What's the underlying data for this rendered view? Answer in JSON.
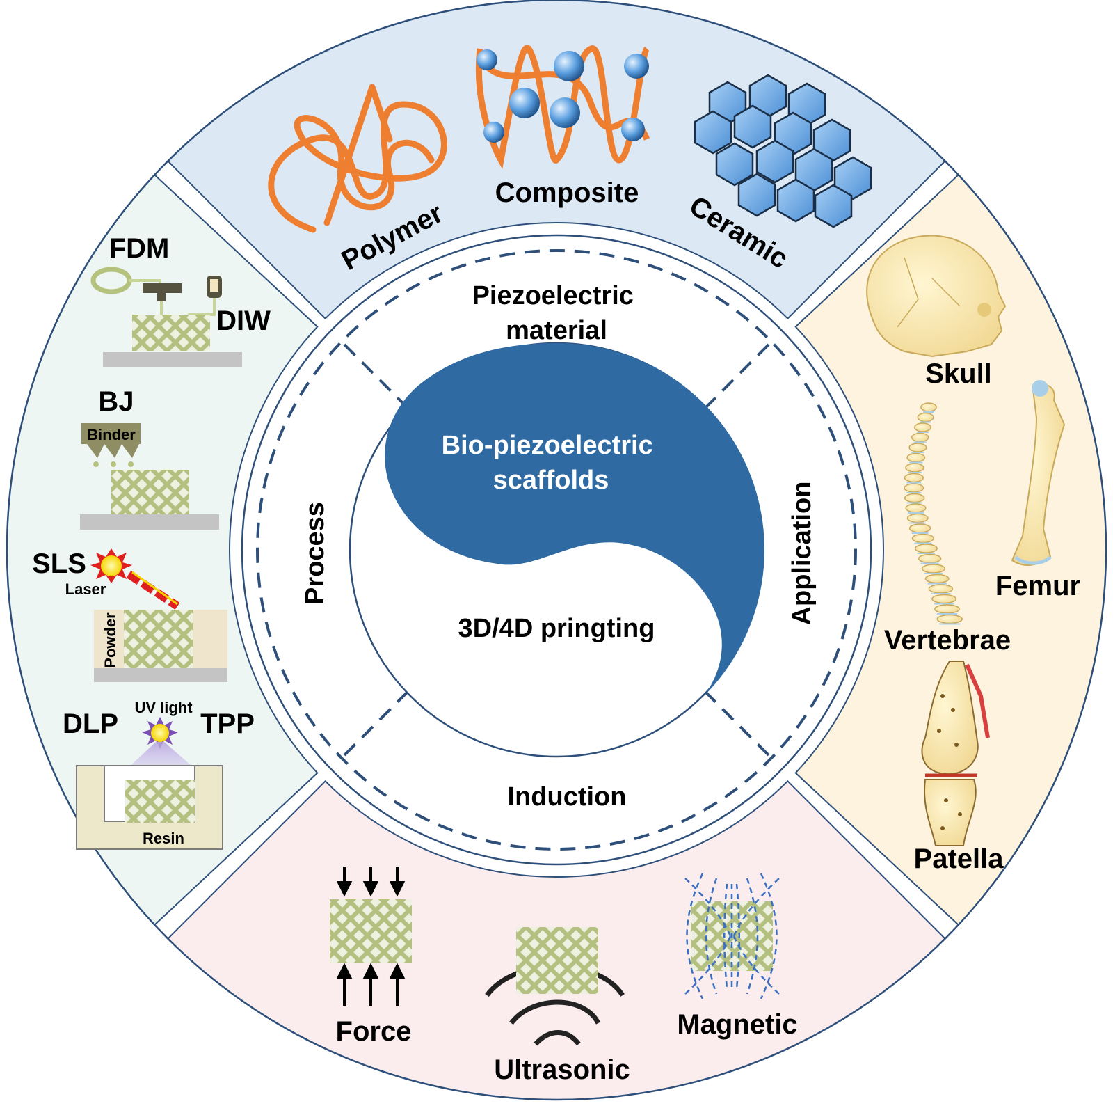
{
  "center": {
    "top_label": "Bio-piezoelectric\nscaffolds",
    "bottom_label": "3D/4D pringting"
  },
  "ring": {
    "top": "Piezoelectric\nmaterial",
    "left": "Process",
    "right": "Application",
    "bottom": "Induction"
  },
  "materials": {
    "polymer": "Polymer",
    "composite": "Composite",
    "ceramic": "Ceramic"
  },
  "process": {
    "fdm": "FDM",
    "diw": "DIW",
    "bj": "BJ",
    "binder": "Binder",
    "sls": "SLS",
    "laser": "Laser",
    "powder": "Powder",
    "dlp": "DLP",
    "uv": "UV light",
    "tpp": "TPP",
    "resin": "Resin"
  },
  "application": {
    "skull": "Skull",
    "femur": "Femur",
    "vertebrae": "Vertebrae",
    "patella": "Patella"
  },
  "induction": {
    "force": "Force",
    "ultrasonic": "Ultrasonic",
    "magnetic": "Magnetic"
  },
  "colors": {
    "yin": "#2f6aa3",
    "outline": "#2d4f7a",
    "top_quadrant": "#dce9f5",
    "left_quadrant": "#eef6f4",
    "right_quadrant": "#fdf3df",
    "bottom_quadrant": "#fbecee",
    "polymer": "#ee7f30",
    "sphere": "#5b9fe0",
    "lattice": "#b9c58c"
  }
}
